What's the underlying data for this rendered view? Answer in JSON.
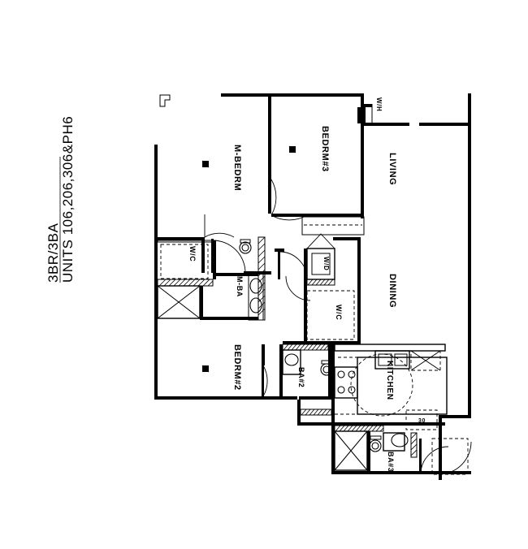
{
  "document": {
    "type": "architectural-floor-plan",
    "title_line1": "UNITS 106,206,306&PH6",
    "title_line2": "3BR/3BA",
    "title_orientation": "rotated-90-ccw",
    "background_color": "#ffffff",
    "line_color": "#000000"
  },
  "rooms": [
    {
      "id": "m-bedrm",
      "label": "M-BEDRM",
      "orientation": "vertical"
    },
    {
      "id": "bedrm3",
      "label": "BEDRM#3",
      "orientation": "vertical"
    },
    {
      "id": "bedrm2",
      "label": "BEDRM#2",
      "orientation": "vertical"
    },
    {
      "id": "living",
      "label": "LIVING",
      "orientation": "vertical"
    },
    {
      "id": "dining",
      "label": "DINING",
      "orientation": "vertical"
    },
    {
      "id": "kitchen",
      "label": "KITCHEN",
      "orientation": "vertical"
    },
    {
      "id": "m-ba",
      "label": "M-BA",
      "orientation": "vertical"
    },
    {
      "id": "ba2",
      "label": "BA#2",
      "orientation": "vertical"
    },
    {
      "id": "ba3",
      "label": "BA#3",
      "orientation": "vertical"
    },
    {
      "id": "wc-master",
      "label": "W/C",
      "orientation": "vertical"
    },
    {
      "id": "wc-hall",
      "label": "W/C",
      "orientation": "vertical"
    },
    {
      "id": "wd",
      "label": "W/D",
      "orientation": "vertical"
    },
    {
      "id": "wh",
      "label": "W/H",
      "orientation": "vertical"
    }
  ],
  "labels": {
    "m_bedrm": "M-BEDRM",
    "bedrm3": "BEDRM#3",
    "bedrm2": "BEDRM#2",
    "living": "LIVING",
    "dining": "DINING",
    "kitchen": "KITCHEN",
    "m_ba": "M-BA",
    "ba2": "BA#2",
    "ba3": "BA#3",
    "wc_master": "W/C",
    "wc_hall": "W/C",
    "wd": "W/D",
    "wh": "W/H"
  }
}
